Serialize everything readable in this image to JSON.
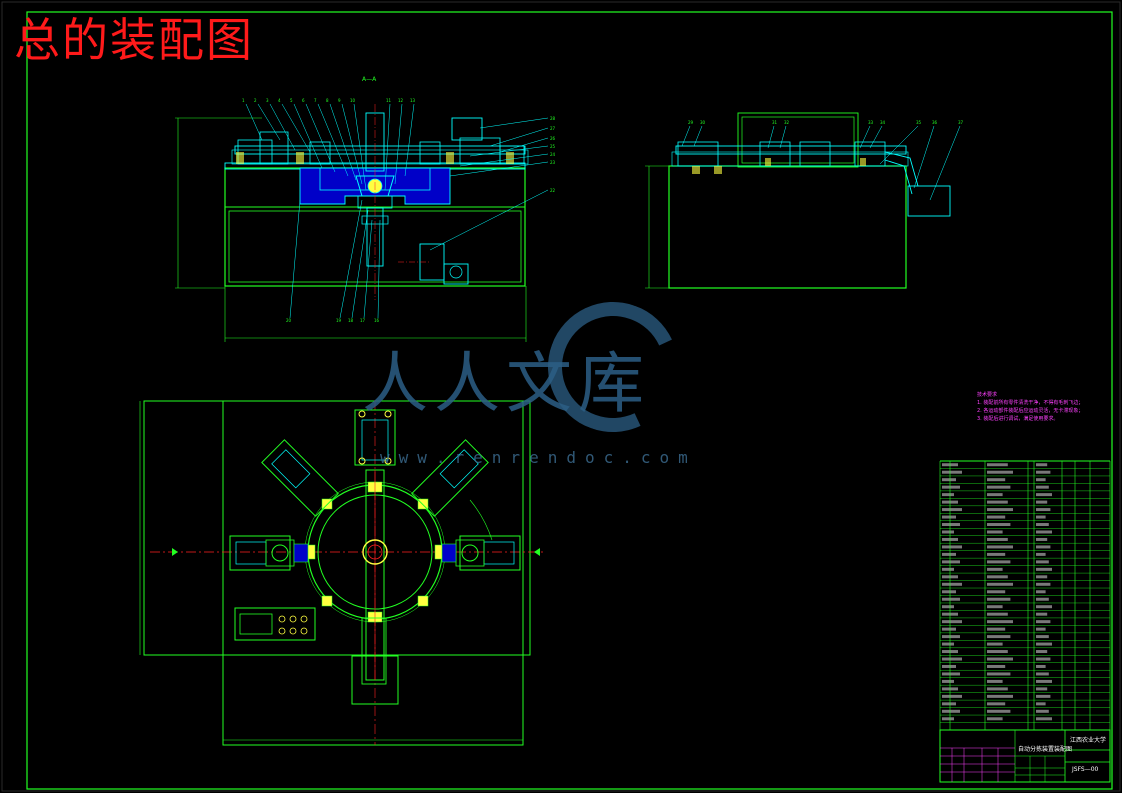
{
  "drawing": {
    "title": "总的装配图",
    "section_label": "A—A",
    "tech_requirements": {
      "heading": "技术要求",
      "items": [
        "1. 装配前所有零件清洗干净，不得有毛刺飞边；",
        "2. 各运动部件装配后应运动灵活，无卡滞现象；",
        "3. 装配后进行调试，满足使用要求。"
      ]
    },
    "title_block": {
      "school": "江西农业大学",
      "drawing_name": "自动分拣装置装配图",
      "drawing_no": "JSFS—00"
    },
    "watermark": {
      "text": "人人文库",
      "url": "www.renrendoc.com"
    }
  },
  "colors": {
    "background": "#000000",
    "frame": "#22ff22",
    "lines_cyan": "#00ffff",
    "lines_green": "#22ff22",
    "lines_yellow": "#ffff40",
    "fill_blue": "#0000c8",
    "centerline_red": "#ff2020",
    "title_red": "#ff1a1a",
    "text_magenta": "#ff40ff",
    "watermark_blue": "#2c5f86"
  }
}
